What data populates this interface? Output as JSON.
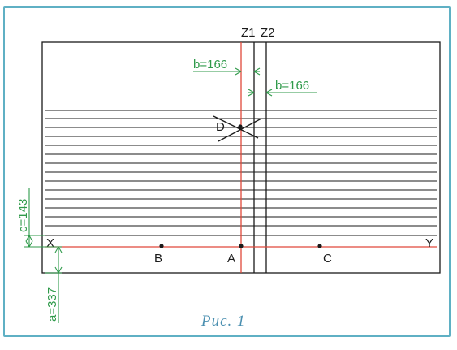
{
  "caption": "Рис. 1",
  "labels": {
    "z1": "Z1",
    "z2": "Z2",
    "x": "X",
    "y": "Y",
    "a": "A",
    "b": "B",
    "c": "C",
    "d": "D"
  },
  "dimensions": {
    "b_top": "b=166",
    "b_mid": "b=166",
    "c": "c=143",
    "a": "a=337"
  },
  "colors": {
    "frame": "#5fb0c4",
    "axis": "#e0483a",
    "dimension": "#2f9a4a",
    "ink": "#1a1a1a",
    "caption": "#4a8fb0"
  }
}
